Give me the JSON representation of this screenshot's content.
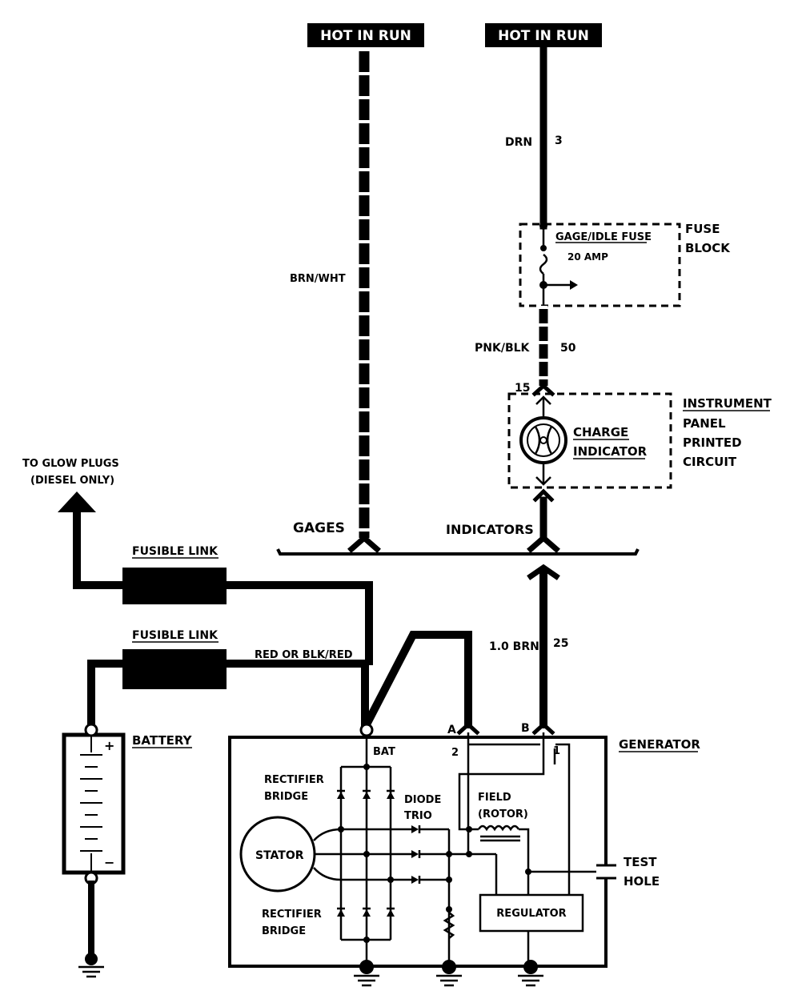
{
  "labels": {
    "hot_in_run_left": "HOT IN RUN",
    "hot_in_run_right": "HOT IN RUN",
    "drn": "DRN",
    "circuit_3": "3",
    "gage_idle_fuse": "GAGE/IDLE FUSE",
    "amp_20": "20 AMP",
    "fuse": "FUSE",
    "block": "BLOCK",
    "pnk_blk": "PNK/BLK",
    "circuit_50": "50",
    "pin_15": "15",
    "charge": "CHARGE",
    "indicator": "INDICATOR",
    "instrument": "INSTRUMENT",
    "panel": "PANEL",
    "printed": "PRINTED",
    "circuit": "CIRCUIT",
    "brn_wht": "BRN/WHT",
    "to_glow_plugs": "TO GLOW PLUGS",
    "diesel_only": "(DIESEL ONLY)",
    "gages": "GAGES",
    "indicators": "INDICATORS",
    "fusible_link_1": "FUSIBLE LINK",
    "fusible_link_2": "FUSIBLE LINK",
    "red_or_blk_red": "RED OR BLK/RED",
    "brn_10": "1.0 BRN",
    "circuit_25": "25",
    "term_a": "A",
    "term_b": "B",
    "pin_2": "2",
    "pin_1": "1",
    "bat": "BAT",
    "generator": "GENERATOR",
    "battery": "BATTERY",
    "plus": "+",
    "minus": "−",
    "rectifier_1": "RECTIFIER",
    "bridge_1": "BRIDGE",
    "rectifier_2": "RECTIFIER",
    "bridge_2": "BRIDGE",
    "stator": "STATOR",
    "diode": "DIODE",
    "trio": "TRIO",
    "field": "FIELD",
    "rotor": "(ROTOR)",
    "regulator": "REGULATOR",
    "test": "TEST",
    "hole": "HOLE"
  }
}
